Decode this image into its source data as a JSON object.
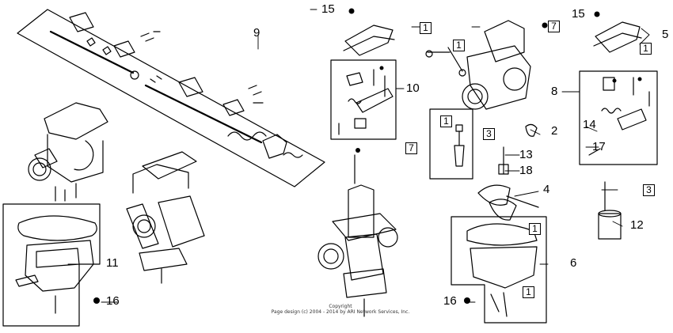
{
  "callouts": {
    "c15a": "15",
    "c9": "9",
    "c10": "10",
    "c15b": "15",
    "c5": "5",
    "c8": "8",
    "c2": "2",
    "c13": "13",
    "c18": "18",
    "c14": "14",
    "c17": "17",
    "c4": "4",
    "c12": "12",
    "c11": "11",
    "c6": "6",
    "c16a": "16",
    "c16b": "16"
  },
  "boxed": {
    "b1a": "1",
    "b1b": "1",
    "b7a": "7",
    "b1c": "1",
    "b1d": "1",
    "b7b": "7",
    "b3a": "3",
    "b3b": "3",
    "b1e": "1",
    "b1f": "1"
  },
  "copyright": {
    "line1": "Copyright",
    "line2": "Page design (c) 2004 - 2014 by ARI Network Services, Inc."
  }
}
